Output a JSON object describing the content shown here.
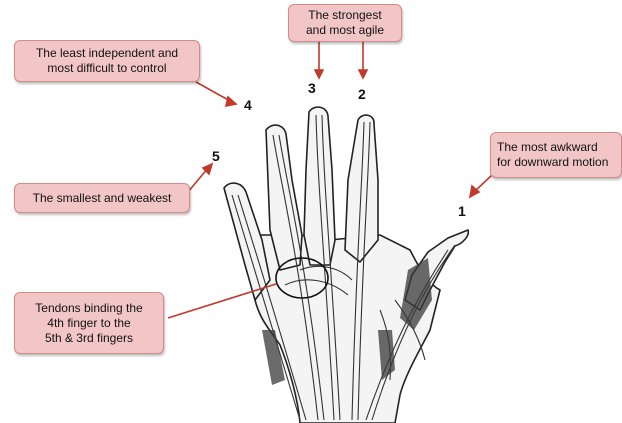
{
  "callouts": {
    "strongest": "The strongest\nand most agile",
    "least_independent": "The least independent and\nmost difficult to control",
    "awkward": "The most awkward\nfor downward motion",
    "smallest": "The smallest and weakest",
    "tendons": "Tendons binding the\n4th finger to the\n5th & 3rd fingers"
  },
  "finger_numbers": {
    "thumb": "1",
    "index": "2",
    "middle": "3",
    "ring": "4",
    "little": "5"
  },
  "colors": {
    "callout_fill": "#f2c6c6",
    "callout_border": "#d48a8a",
    "arrow": "#c0392b",
    "ink": "#222222"
  }
}
